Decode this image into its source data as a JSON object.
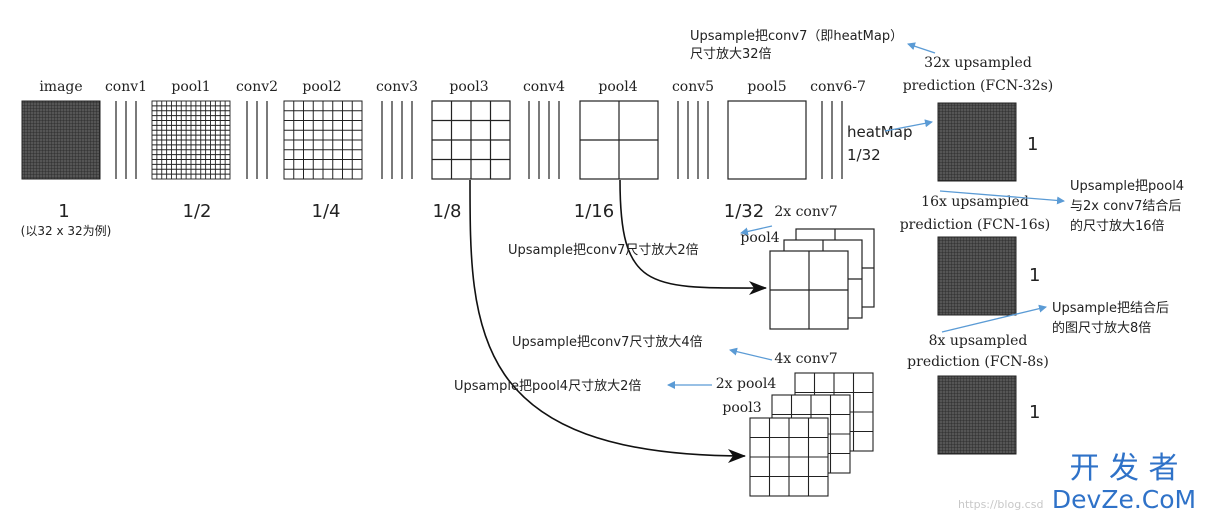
{
  "colors": {
    "arrow_blue": "#5b9bd5",
    "ink": "#222222",
    "dark_fill": "#3a3a3a",
    "watermark_blue": "#2f72c8",
    "watermark_gray": "#c8c8c8"
  },
  "stages": {
    "image": "image",
    "conv1": "conv1",
    "pool1": "pool1",
    "conv2": "conv2",
    "pool2": "pool2",
    "conv3": "conv3",
    "pool3": "pool3",
    "conv4": "conv4",
    "pool4": "pool4",
    "conv5": "conv5",
    "pool5": "pool5",
    "conv67": "conv6-7"
  },
  "scales": {
    "s1": "1",
    "s2": "1/2",
    "s4": "1/4",
    "s8": "1/8",
    "s16": "1/16",
    "s32": "1/32"
  },
  "example_note": "(以32 x 32为例)",
  "heatmap": {
    "line1": "heatMap",
    "line2": "1/32"
  },
  "predictions": {
    "fcn32": {
      "line1": "32x upsampled",
      "line2": "prediction (FCN-32s)",
      "value": "1"
    },
    "fcn16": {
      "line1": "16x upsampled",
      "line2": "prediction (FCN-16s)",
      "value": "1"
    },
    "fcn8": {
      "line1": "8x upsampled",
      "line2": "prediction (FCN-8s)",
      "value": "1"
    }
  },
  "fusion16": {
    "conv7": "2x conv7",
    "pool4": "pool4"
  },
  "fusion8": {
    "conv7": "4x conv7",
    "pool4": "2x pool4",
    "pool3": "pool3"
  },
  "annotations": {
    "a1_line1": "Upsample把conv7（即heatMap）",
    "a1_line2": "尺寸放大32倍",
    "a2_line1": "Upsample把pool4",
    "a2_line2": "与2x conv7结合后",
    "a2_line3": "的尺寸放大16倍",
    "a3_line1": "Upsample把结合后",
    "a3_line2": "的图尺寸放大8倍",
    "a4": "Upsample把conv7尺寸放大2倍",
    "a5": "Upsample把conv7尺寸放大4倍",
    "a6": "Upsample把pool4尺寸放大2倍"
  },
  "watermark": {
    "cn": "开 发 者",
    "en": "DevZe.CoM",
    "url": "https://blog.csd"
  }
}
